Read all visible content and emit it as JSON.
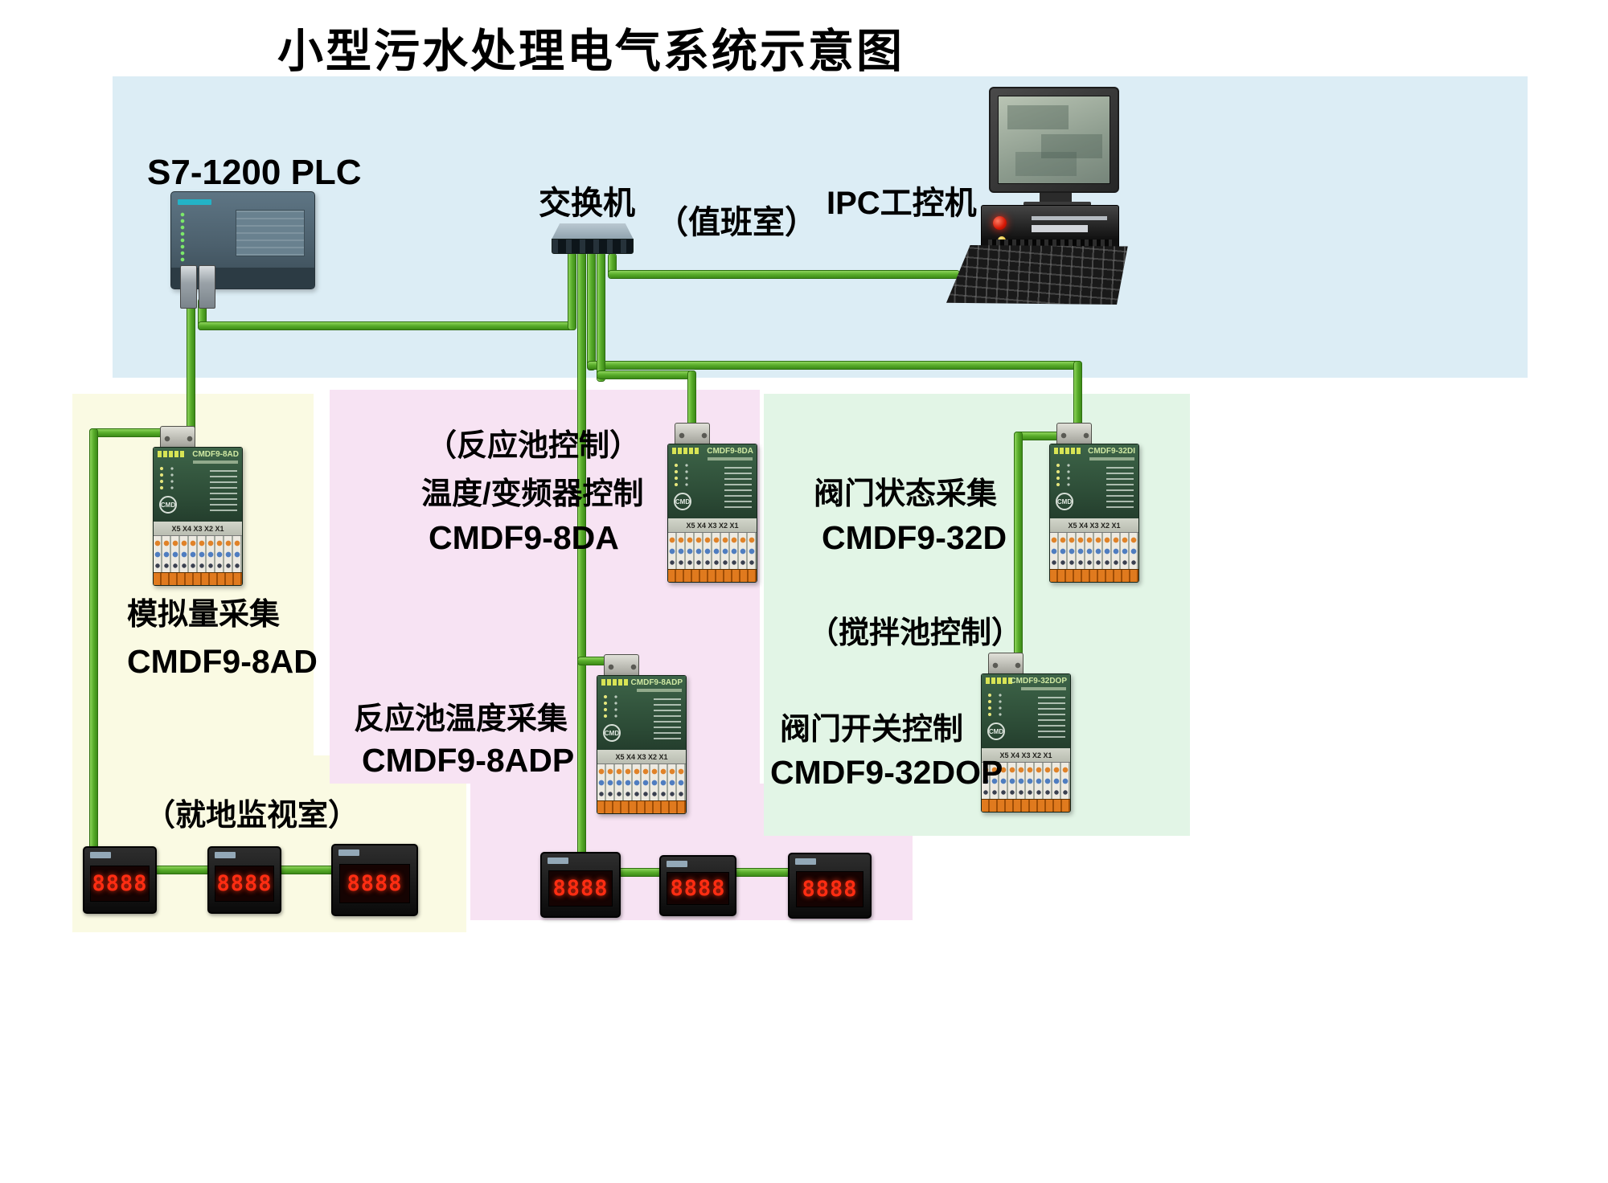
{
  "title": "小型污水处理电气系统示意图",
  "control_room": {
    "plc_label": "S7-1200  PLC",
    "switch_label": "交换机",
    "duty_room_label": "（值班室）",
    "ipc_label": "IPC工控机"
  },
  "analog_section": {
    "function_label": "模拟量采集",
    "model_label": "CMDF9-8AD",
    "room_label": "（就地监视室）"
  },
  "reaction_section": {
    "control_label": "（反应池控制）",
    "function_label_top": "温度/变频器控制",
    "model_label_top": "CMDF9-8DA",
    "function_label_bottom": "反应池温度采集",
    "model_label_bottom": "CMDF9-8ADP"
  },
  "valve_section": {
    "function_label_top": "阀门状态采集",
    "model_label_top": "CMDF9-32D",
    "control_label": "（搅拌池控制）",
    "function_label_bottom": "阀门开关控制",
    "model_label_bottom": "CMDF9-32DOP"
  },
  "modules": {
    "logo": "CMD",
    "terminal_labels": "X5 X4 X3 X2 X1",
    "m8ad": {
      "model": "CMDF9-8AD"
    },
    "m8da": {
      "model": "CMDF9-8DA"
    },
    "m8adp": {
      "model": "CMDF9-8ADP"
    },
    "m32di": {
      "model": "CMDF9-32DI"
    },
    "m32dop": {
      "model": "CMDF9-32DOP"
    }
  },
  "meters": {
    "display": "8888"
  },
  "colors": {
    "cable": "#55aa28",
    "control_room_bg": "#dcedf5",
    "analog_bg": "#fafae3",
    "reaction_bg": "#f7e3f3",
    "valve_bg": "#e2f5e6"
  }
}
